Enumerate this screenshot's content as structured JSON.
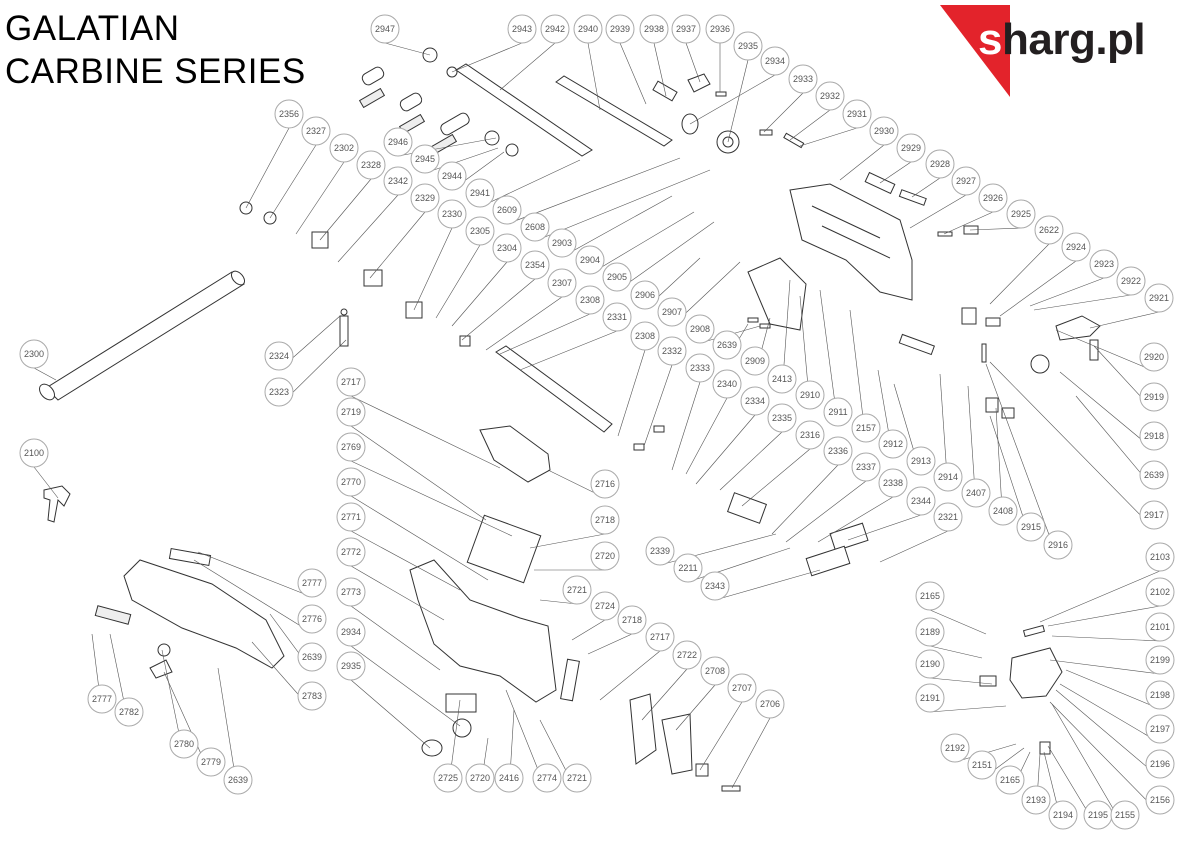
{
  "title_lines": [
    "GALATIAN",
    "CARBINE SERIES"
  ],
  "logo": {
    "text": "sharg.pl",
    "brand_color": "#e3232b",
    "text_color": "#231f20"
  },
  "part_numbers": [
    "2947",
    "2943",
    "2942",
    "2940",
    "2939",
    "2938",
    "2937",
    "2936",
    "2935",
    "2934",
    "2933",
    "2932",
    "2931",
    "2930",
    "2929",
    "2928",
    "2927",
    "2926",
    "2925",
    "2622",
    "2924",
    "2923",
    "2922",
    "2921",
    "2920",
    "2919",
    "2918",
    "2639",
    "2917",
    "2356",
    "2327",
    "2302",
    "2328",
    "2342",
    "2329",
    "2330",
    "2305",
    "2304",
    "2354",
    "2307",
    "2308",
    "2331",
    "2946",
    "2945",
    "2944",
    "2941",
    "2609",
    "2608",
    "2903",
    "2904",
    "2905",
    "2906",
    "2907",
    "2908",
    "2639",
    "2909",
    "2413",
    "2910",
    "2911",
    "2157",
    "2912",
    "2913",
    "2914",
    "2407",
    "2408",
    "2915",
    "2916",
    "2300",
    "2324",
    "2323",
    "2100",
    "2308",
    "2332",
    "2333",
    "2340",
    "2334",
    "2335",
    "2316",
    "2336",
    "2337",
    "2338",
    "2344",
    "2321",
    "2339",
    "2211",
    "2343",
    "2717",
    "2719",
    "2769",
    "2770",
    "2771",
    "2772",
    "2773",
    "2934",
    "2935",
    "2716",
    "2718",
    "2720",
    "2721",
    "2724",
    "2718",
    "2717",
    "2722",
    "2708",
    "2707",
    "2706",
    "2725",
    "2720",
    "2416",
    "2774",
    "2721",
    "2777",
    "2776",
    "2639",
    "2783",
    "2777",
    "2782",
    "2780",
    "2779",
    "2639",
    "2103",
    "2102",
    "2101",
    "2199",
    "2198",
    "2197",
    "2196",
    "2156",
    "2165",
    "2189",
    "2190",
    "2191",
    "2192",
    "2151",
    "2165",
    "2193",
    "2194",
    "2195",
    "2155"
  ]
}
